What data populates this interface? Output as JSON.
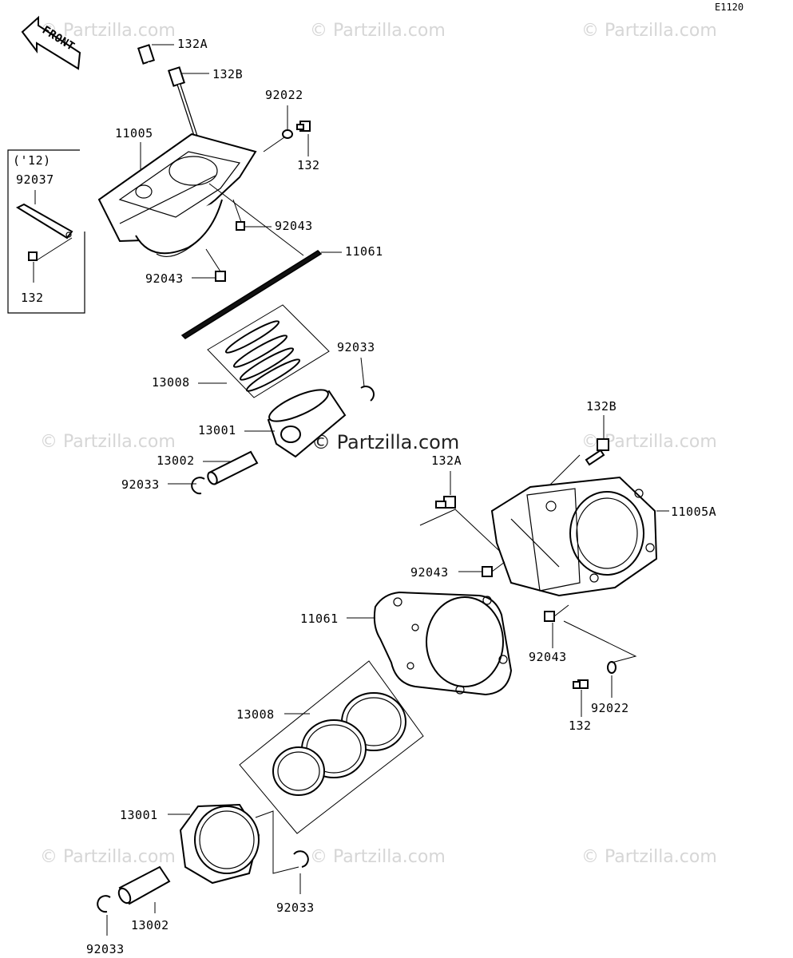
{
  "diagram_code": "E1120",
  "front_label": "FRONT",
  "watermark_text": "© Partzilla.com",
  "inset": {
    "year_label": "('12)"
  },
  "callouts": {
    "a_132A": "132A",
    "a_132B": "132B",
    "a_92022": "92022",
    "a_132_top": "132",
    "a_11005": "11005",
    "a_92037": "92037",
    "a_132_inset": "132",
    "a_92043_upper": "92043",
    "a_11061": "11061",
    "a_92043_left": "92043",
    "a_92033_upper": "92033",
    "a_13008": "13008",
    "a_13001": "13001",
    "a_13002": "13002",
    "a_92033_left": "92033",
    "b_132B": "132B",
    "b_132A": "132A",
    "b_11005A": "11005A",
    "b_92043_left": "92043",
    "b_11061": "11061",
    "b_92043_right": "92043",
    "b_92022": "92022",
    "b_132": "132",
    "b_13008": "13008",
    "b_13001": "13001",
    "b_92033_right": "92033",
    "b_13002": "13002",
    "b_92033_bottom": "92033"
  }
}
